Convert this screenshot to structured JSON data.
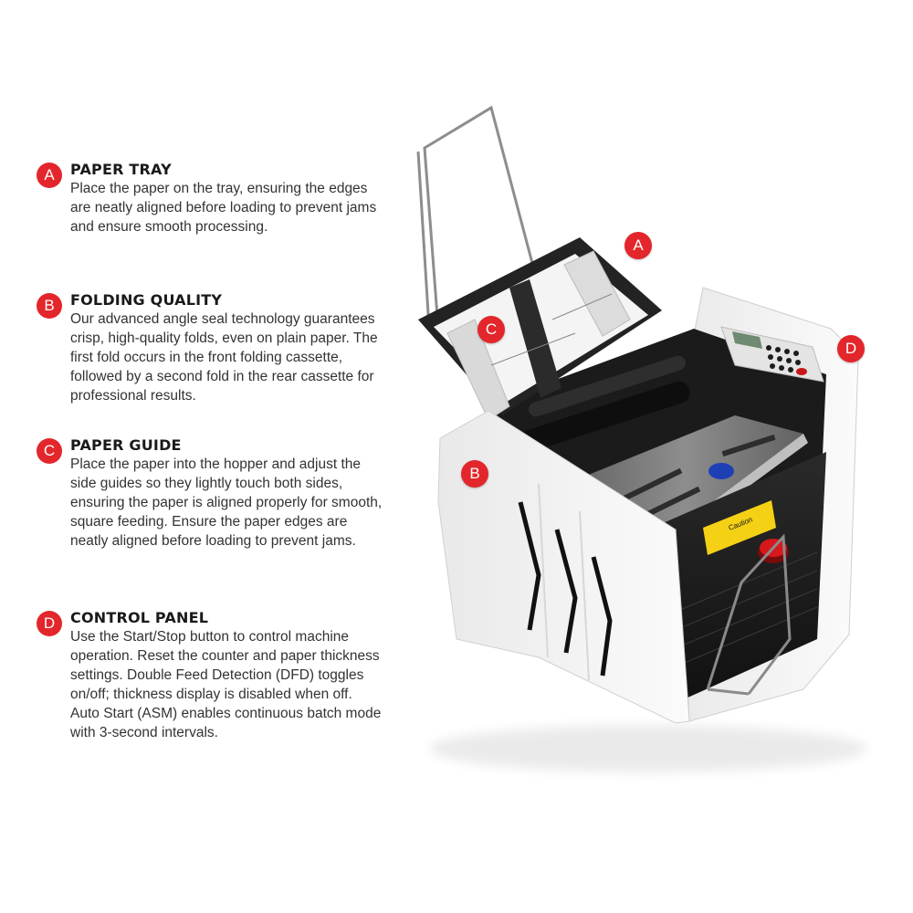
{
  "features": [
    {
      "letter": "A",
      "title": "PAPER TRAY",
      "body": "Place the paper on the tray, ensuring the edges are neatly aligned before loading to prevent jams and ensure smooth processing."
    },
    {
      "letter": "B",
      "title": "FOLDING QUALITY",
      "body": "Our advanced angle seal technology guarantees crisp, high-quality folds, even on plain paper. The first fold occurs in the front folding cassette, followed by a second fold in the rear cassette for professional results."
    },
    {
      "letter": "C",
      "title": "PAPER GUIDE",
      "body": "Place the paper into the hopper and adjust the side guides so they lightly touch both sides, ensuring the paper is aligned properly for smooth, square feeding. Ensure the paper edges are neatly aligned before loading to prevent jams."
    },
    {
      "letter": "D",
      "title": "CONTROL PANEL",
      "body": "Use the Start/Stop button to control machine operation. Reset the counter and paper thickness settings. Double Feed Detection (DFD) toggles on/off; thickness display is disabled when off. Auto Start (ASM) enables continuous batch mode with 3-second intervals."
    }
  ],
  "callouts": {
    "a": "A",
    "b": "B",
    "c": "C",
    "d": "D"
  },
  "machine": {
    "caution_label": "Caution"
  },
  "colors": {
    "accent": "#e3262b",
    "machine_body": "#f2f2f2",
    "machine_dark": "#1e1e1e"
  }
}
